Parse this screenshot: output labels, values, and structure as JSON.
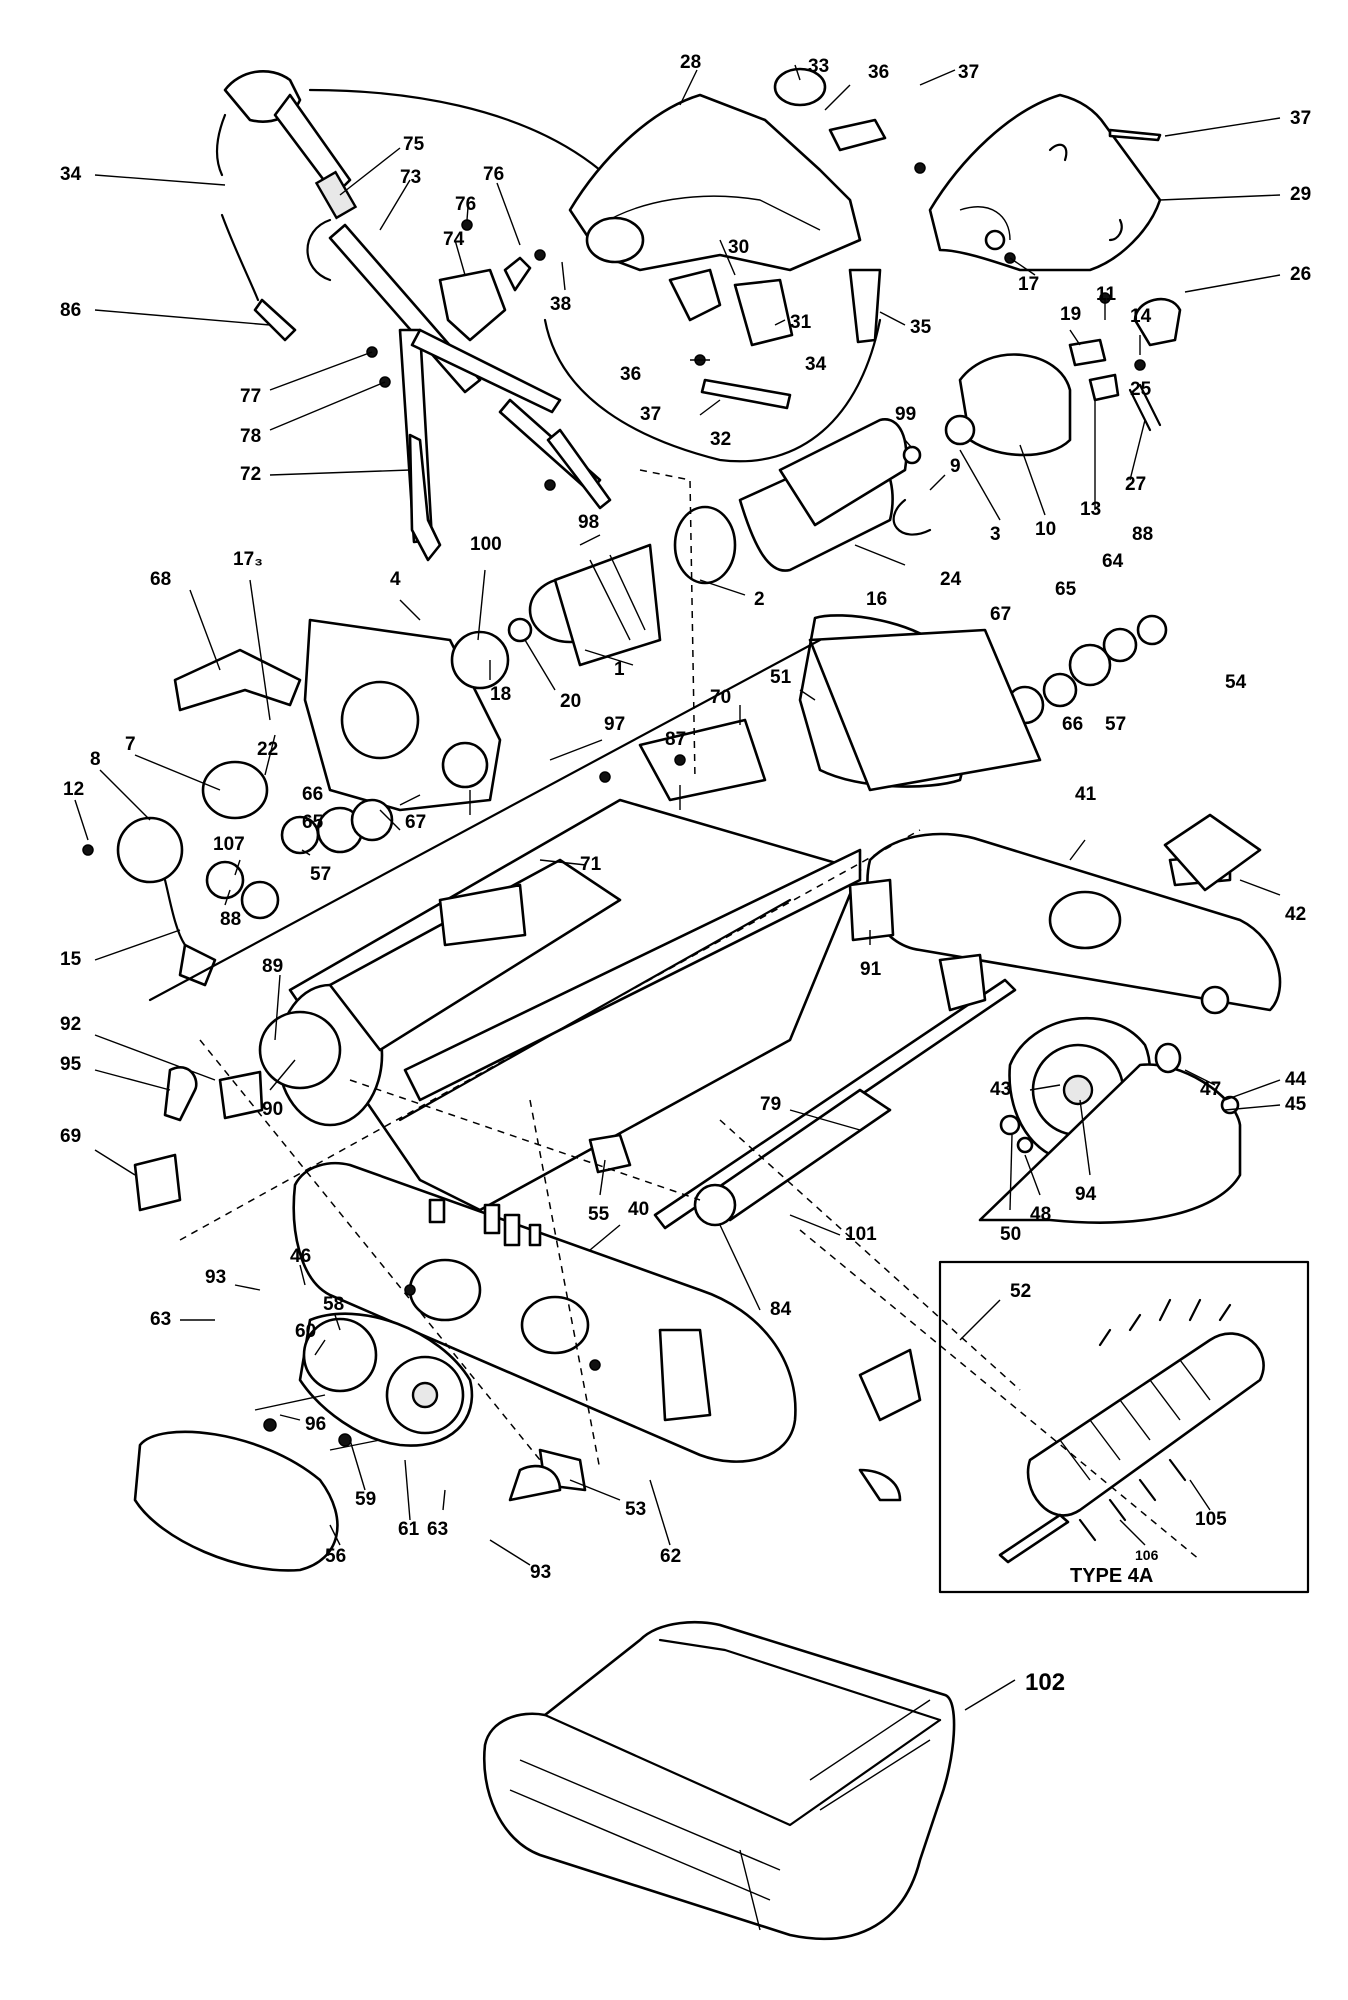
{
  "callouts": [
    {
      "id": "c-34a",
      "text": "34"
    },
    {
      "id": "c-86",
      "text": "86"
    },
    {
      "id": "c-75",
      "text": "75"
    },
    {
      "id": "c-73",
      "text": "73"
    },
    {
      "id": "c-76a",
      "text": "76"
    },
    {
      "id": "c-76b",
      "text": "76"
    },
    {
      "id": "c-74",
      "text": "74"
    },
    {
      "id": "c-77",
      "text": "77"
    },
    {
      "id": "c-78",
      "text": "78"
    },
    {
      "id": "c-72",
      "text": "72"
    },
    {
      "id": "c-38",
      "text": "38"
    },
    {
      "id": "c-28",
      "text": "28"
    },
    {
      "id": "c-33",
      "text": "33"
    },
    {
      "id": "c-36a",
      "text": "36"
    },
    {
      "id": "c-37a",
      "text": "37"
    },
    {
      "id": "c-37b",
      "text": "37"
    },
    {
      "id": "c-29",
      "text": "29"
    },
    {
      "id": "c-26",
      "text": "26"
    },
    {
      "id": "c-30",
      "text": "30"
    },
    {
      "id": "c-31",
      "text": "31"
    },
    {
      "id": "c-35",
      "text": "35"
    },
    {
      "id": "c-36b",
      "text": "36"
    },
    {
      "id": "c-37c",
      "text": "37"
    },
    {
      "id": "c-34b",
      "text": "34"
    },
    {
      "id": "c-32",
      "text": "32"
    },
    {
      "id": "c-17a",
      "text": "17"
    },
    {
      "id": "c-19",
      "text": "19"
    },
    {
      "id": "c-11",
      "text": "11"
    },
    {
      "id": "c-14",
      "text": "14"
    },
    {
      "id": "c-25",
      "text": "25"
    },
    {
      "id": "c-27",
      "text": "27"
    },
    {
      "id": "c-99",
      "text": "99"
    },
    {
      "id": "c-9",
      "text": "9"
    },
    {
      "id": "c-3",
      "text": "3"
    },
    {
      "id": "c-10",
      "text": "10"
    },
    {
      "id": "c-13",
      "text": "13"
    },
    {
      "id": "c-98",
      "text": "98"
    },
    {
      "id": "c-24",
      "text": "24"
    },
    {
      "id": "c-16",
      "text": "16"
    },
    {
      "id": "c-2",
      "text": "2"
    },
    {
      "id": "c-1",
      "text": "1"
    },
    {
      "id": "c-100",
      "text": "100"
    },
    {
      "id": "c-4",
      "text": "4"
    },
    {
      "id": "c-68",
      "text": "68"
    },
    {
      "id": "c-173",
      "text": "17₃"
    },
    {
      "id": "c-18",
      "text": "18"
    },
    {
      "id": "c-20",
      "text": "20"
    },
    {
      "id": "c-22",
      "text": "22"
    },
    {
      "id": "c-8",
      "text": "8"
    },
    {
      "id": "c-7",
      "text": "7"
    },
    {
      "id": "c-12",
      "text": "12"
    },
    {
      "id": "c-66a",
      "text": "66"
    },
    {
      "id": "c-65a",
      "text": "65"
    },
    {
      "id": "c-67a",
      "text": "67"
    },
    {
      "id": "c-107",
      "text": "107"
    },
    {
      "id": "c-57a",
      "text": "57"
    },
    {
      "id": "c-88a",
      "text": "88"
    },
    {
      "id": "c-15",
      "text": "15"
    },
    {
      "id": "c-92",
      "text": "92"
    },
    {
      "id": "c-95",
      "text": "95"
    },
    {
      "id": "c-89",
      "text": "89"
    },
    {
      "id": "c-90",
      "text": "90"
    },
    {
      "id": "c-69",
      "text": "69"
    },
    {
      "id": "c-97",
      "text": "97"
    },
    {
      "id": "c-87",
      "text": "87"
    },
    {
      "id": "c-71",
      "text": "71"
    },
    {
      "id": "c-70",
      "text": "70"
    },
    {
      "id": "c-51",
      "text": "51"
    },
    {
      "id": "c-67b",
      "text": "67"
    },
    {
      "id": "c-65b",
      "text": "65"
    },
    {
      "id": "c-64",
      "text": "64"
    },
    {
      "id": "c-88b",
      "text": "88"
    },
    {
      "id": "c-66b",
      "text": "66"
    },
    {
      "id": "c-57b",
      "text": "57"
    },
    {
      "id": "c-54",
      "text": "54"
    },
    {
      "id": "c-41",
      "text": "41"
    },
    {
      "id": "c-42",
      "text": "42"
    },
    {
      "id": "c-91",
      "text": "91"
    },
    {
      "id": "c-47",
      "text": "47"
    },
    {
      "id": "c-44",
      "text": "44"
    },
    {
      "id": "c-45",
      "text": "45"
    },
    {
      "id": "c-43",
      "text": "43"
    },
    {
      "id": "c-79",
      "text": "79"
    },
    {
      "id": "c-94",
      "text": "94"
    },
    {
      "id": "c-48",
      "text": "48"
    },
    {
      "id": "c-50",
      "text": "50"
    },
    {
      "id": "c-101",
      "text": "101"
    },
    {
      "id": "c-55",
      "text": "55"
    },
    {
      "id": "c-40",
      "text": "40"
    },
    {
      "id": "c-84",
      "text": "84"
    },
    {
      "id": "c-52",
      "text": "52"
    },
    {
      "id": "c-46",
      "text": "46"
    },
    {
      "id": "c-93a",
      "text": "93"
    },
    {
      "id": "c-63a",
      "text": "63"
    },
    {
      "id": "c-58",
      "text": "58"
    },
    {
      "id": "c-60",
      "text": "60"
    },
    {
      "id": "c-96",
      "text": "96"
    },
    {
      "id": "c-59",
      "text": "59"
    },
    {
      "id": "c-61",
      "text": "61"
    },
    {
      "id": "c-56",
      "text": "56"
    },
    {
      "id": "c-63b",
      "text": "63"
    },
    {
      "id": "c-93b",
      "text": "93"
    },
    {
      "id": "c-53",
      "text": "53"
    },
    {
      "id": "c-62",
      "text": "62"
    },
    {
      "id": "c-105",
      "text": "105"
    },
    {
      "id": "c-106",
      "text": "106"
    },
    {
      "id": "c-102",
      "text": "102"
    }
  ],
  "inset_caption": "TYPE 4A"
}
